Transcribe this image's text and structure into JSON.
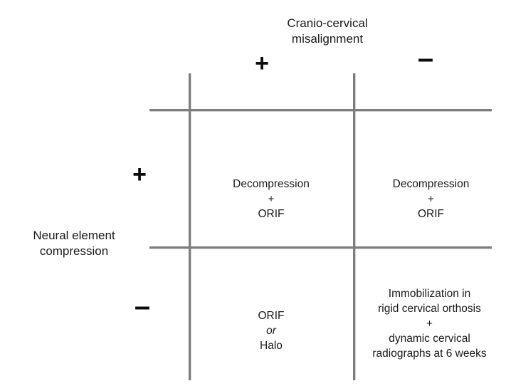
{
  "figure": {
    "type": "2x2-decision-matrix",
    "column_axis": {
      "title": "Cranio-cervical\nmisalignment",
      "levels": [
        {
          "symbol": "+",
          "name": "present"
        },
        {
          "symbol": "–",
          "name": "absent"
        }
      ]
    },
    "row_axis": {
      "title": "Neural element\ncompression",
      "levels": [
        {
          "symbol": "+",
          "name": "present"
        },
        {
          "symbol": "–",
          "name": "absent"
        }
      ]
    },
    "cells": {
      "plus_plus": {
        "lines": [
          "Decompression",
          "+",
          "ORIF"
        ],
        "styles": [
          "normal",
          "normal",
          "normal"
        ]
      },
      "plus_minus": {
        "lines": [
          "Decompression",
          "+",
          "ORIF"
        ],
        "styles": [
          "normal",
          "normal",
          "normal"
        ]
      },
      "minus_plus": {
        "lines": [
          "ORIF",
          "or",
          "Halo"
        ],
        "styles": [
          "normal",
          "italic",
          "normal"
        ]
      },
      "minus_minus": {
        "lines": [
          "Immobilization in",
          "rigid cervical orthosis",
          "+",
          "dynamic cervical",
          "radiographs at 6 weeks"
        ],
        "styles": [
          "normal",
          "normal",
          "normal",
          "normal",
          "normal"
        ]
      }
    },
    "colors": {
      "background": "#ffffff",
      "grid_line": "#7d7d7d",
      "text": "#1a1a1a",
      "sign": "#0b0b0b"
    }
  }
}
